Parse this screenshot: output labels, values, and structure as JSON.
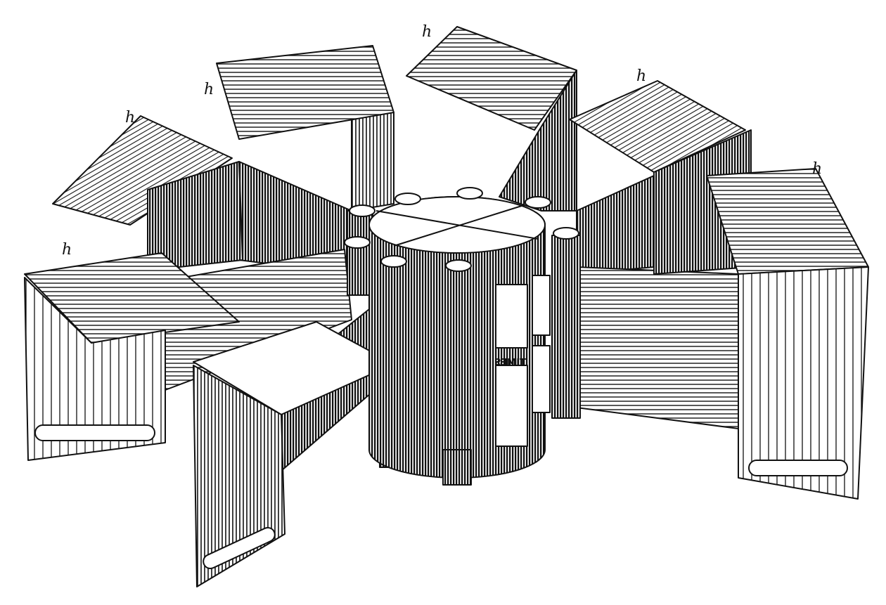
{
  "figure": {
    "labels": [
      "h",
      "h",
      "h",
      "h",
      "h",
      "h"
    ],
    "cylinder_text": "TIMES",
    "colors": {
      "ink": "#111111",
      "paper": "#ffffff"
    }
  }
}
